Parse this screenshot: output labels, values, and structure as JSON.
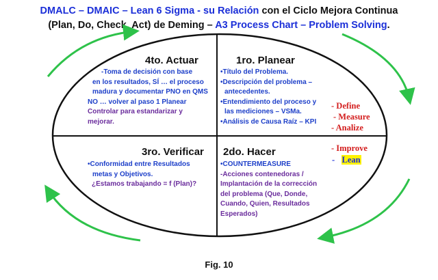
{
  "title": {
    "line1_part1": "DMALC – DMAIC – Lean 6 Sigma - su Relación",
    "line1_part2": " con el Ciclo Mejora Continua",
    "line2_part1": "(Plan, Do, Check, Act) de Deming – ",
    "line2_part2": "A3 Process Chart – Problem Solving",
    "line2_part3": "."
  },
  "colors": {
    "accent_blue": "#1b2fd8",
    "arrow_green": "#2ec24a",
    "label_red": "#d31e1e",
    "highlight_yellow": "#fff200",
    "purple_text": "#6a2c9c"
  },
  "quadrants": {
    "act": {
      "heading": "4to. Actuar",
      "lines": [
        "-Toma de decisión con base",
        "en los resultados, SÍ … el proceso",
        "madura y documentar PNO en QMS",
        "NO … volver al paso 1 Planear"
      ],
      "purple_lines": [
        "Controlar para estandarizar y",
        "mejorar."
      ]
    },
    "plan": {
      "heading": "1ro. Planear",
      "lines": [
        "•Título del Problema.",
        "•Descripción del problema –",
        "antecedentes.",
        "•Entendimiento del proceso y",
        "las mediciones – VSMa.",
        "•Análisis de Causa Raíz – KPI"
      ]
    },
    "check": {
      "heading": "3ro. Verificar",
      "lines": [
        "•Conformidad entre Resultados",
        "metas y Objetivos."
      ],
      "purple_lines": [
        "¿Estamos trabajando = f (Plan)?"
      ]
    },
    "do": {
      "heading": "2do. Hacer",
      "lines": [
        "•COUNTERMEASURE",
        "-Acciones contenedoras /",
        "Implantación de la corrección",
        "del problema (Que, Donde,",
        "Cuando, Quien, Resultados",
        "Esperados)"
      ]
    }
  },
  "dmaic_labels": {
    "define": "- Define",
    "measure": "- Measure",
    "analize": "- Analize",
    "improve": "- Improve",
    "lean_dash": "-",
    "lean": "Lean"
  },
  "caption": "Fig. 10"
}
